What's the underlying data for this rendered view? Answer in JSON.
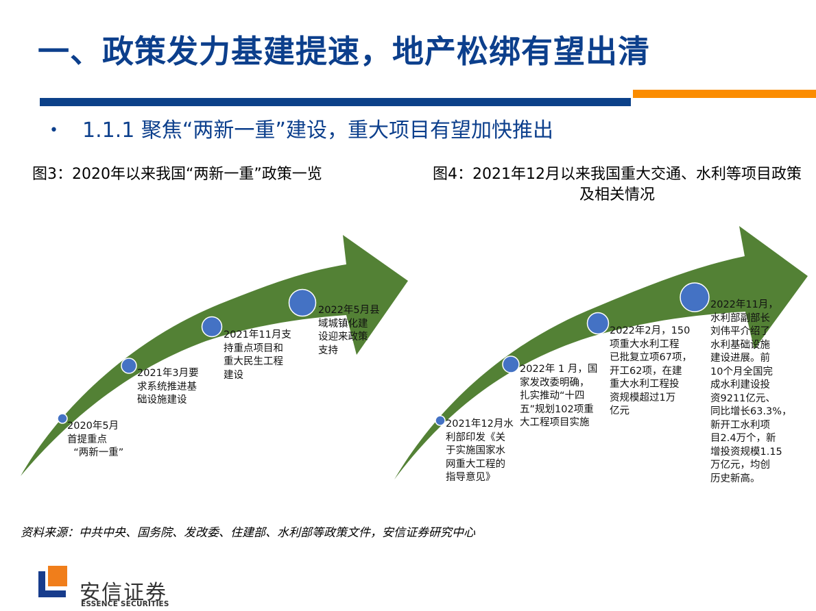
{
  "header": {
    "title": "一、政策发力基建提速，地产松绑有望出清",
    "subtitle_bullet": "•",
    "subtitle": "1.1.1 聚焦“两新一重”建设，重大项目有望加快推出",
    "colors": {
      "title": "#0c3f8c",
      "bar_blue": "#0c4189",
      "bar_orange": "#fb8c00"
    }
  },
  "figure3": {
    "title": "图3：2020年以来我国“两新一重”政策一览",
    "arrow_color": "#538135",
    "dot_color": "#4472c4",
    "events": [
      {
        "label": "2020年5月\n首提重点\n  “两新一重”"
      },
      {
        "label": "2021年3月要\n求系统推进基\n础设施建设"
      },
      {
        "label": "2021年11月支\n持重点项目和\n重大民生工程\n建设"
      },
      {
        "label": "2022年5月县\n域城镇化建\n设迎来政策\n支持"
      }
    ]
  },
  "figure4": {
    "title": "图4：2021年12月以来我国重大交通、水利等项目政策及相关情况",
    "arrow_color": "#538135",
    "dot_color": "#4472c4",
    "events": [
      {
        "label": "2021年12月水\n利部印发《关\n于实施国家水\n网重大工程的\n指导意见》"
      },
      {
        "label": "2022年 1 月，国\n家发改委明确，\n扎实推动“十四\n五”规划102项重\n大工程项目实施"
      },
      {
        "label": "2022年2月，150\n项重大水利工程\n已批复立项67项，\n开工62项，在建\n重大水利工程投\n资规模超过1万\n亿元"
      },
      {
        "label": "2022年11月，\n水利部副部长\n刘伟平介绍了\n水利基础设施\n建设进展。前\n10个月全国完\n成水利建设投\n资9211亿元、\n同比增长63.3%，\n新开工水利项\n目2.4万个，新\n增投资规模1.15\n万亿元，均创\n历史新高。"
      }
    ]
  },
  "footer": {
    "source": "资料来源：中共中央、国务院、发改委、住建部、水利部等政策文件，安信证券研究中心",
    "logo_cn": "安信证券",
    "logo_en": "ESSENCE SECURITIES"
  }
}
